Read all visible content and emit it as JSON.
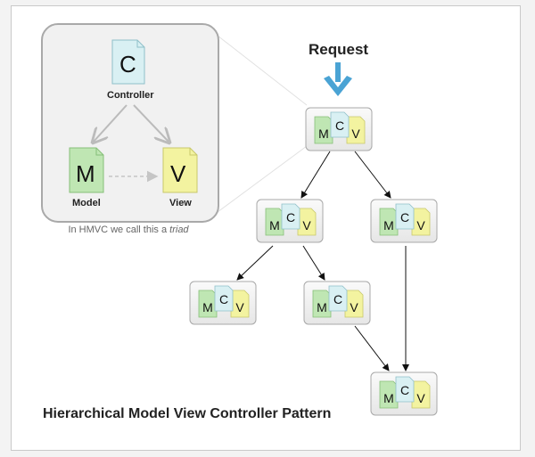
{
  "request_label": "Request",
  "diagram_title": "Hierarchical Model View Controller Pattern",
  "triad": {
    "controller": {
      "letter": "C",
      "label": "Controller"
    },
    "model": {
      "letter": "M",
      "label": "Model"
    },
    "view": {
      "letter": "V",
      "label": "View"
    },
    "caption_prefix": "In HMVC we call this a",
    "caption_emphasis": "triad"
  },
  "node_letters": {
    "m": "M",
    "c": "C",
    "v": "V"
  },
  "colors": {
    "model": "#bfe6b3",
    "controller": "#d9f0f3",
    "view": "#f3f3a0",
    "arrow_blue": "#4aa3d4"
  }
}
